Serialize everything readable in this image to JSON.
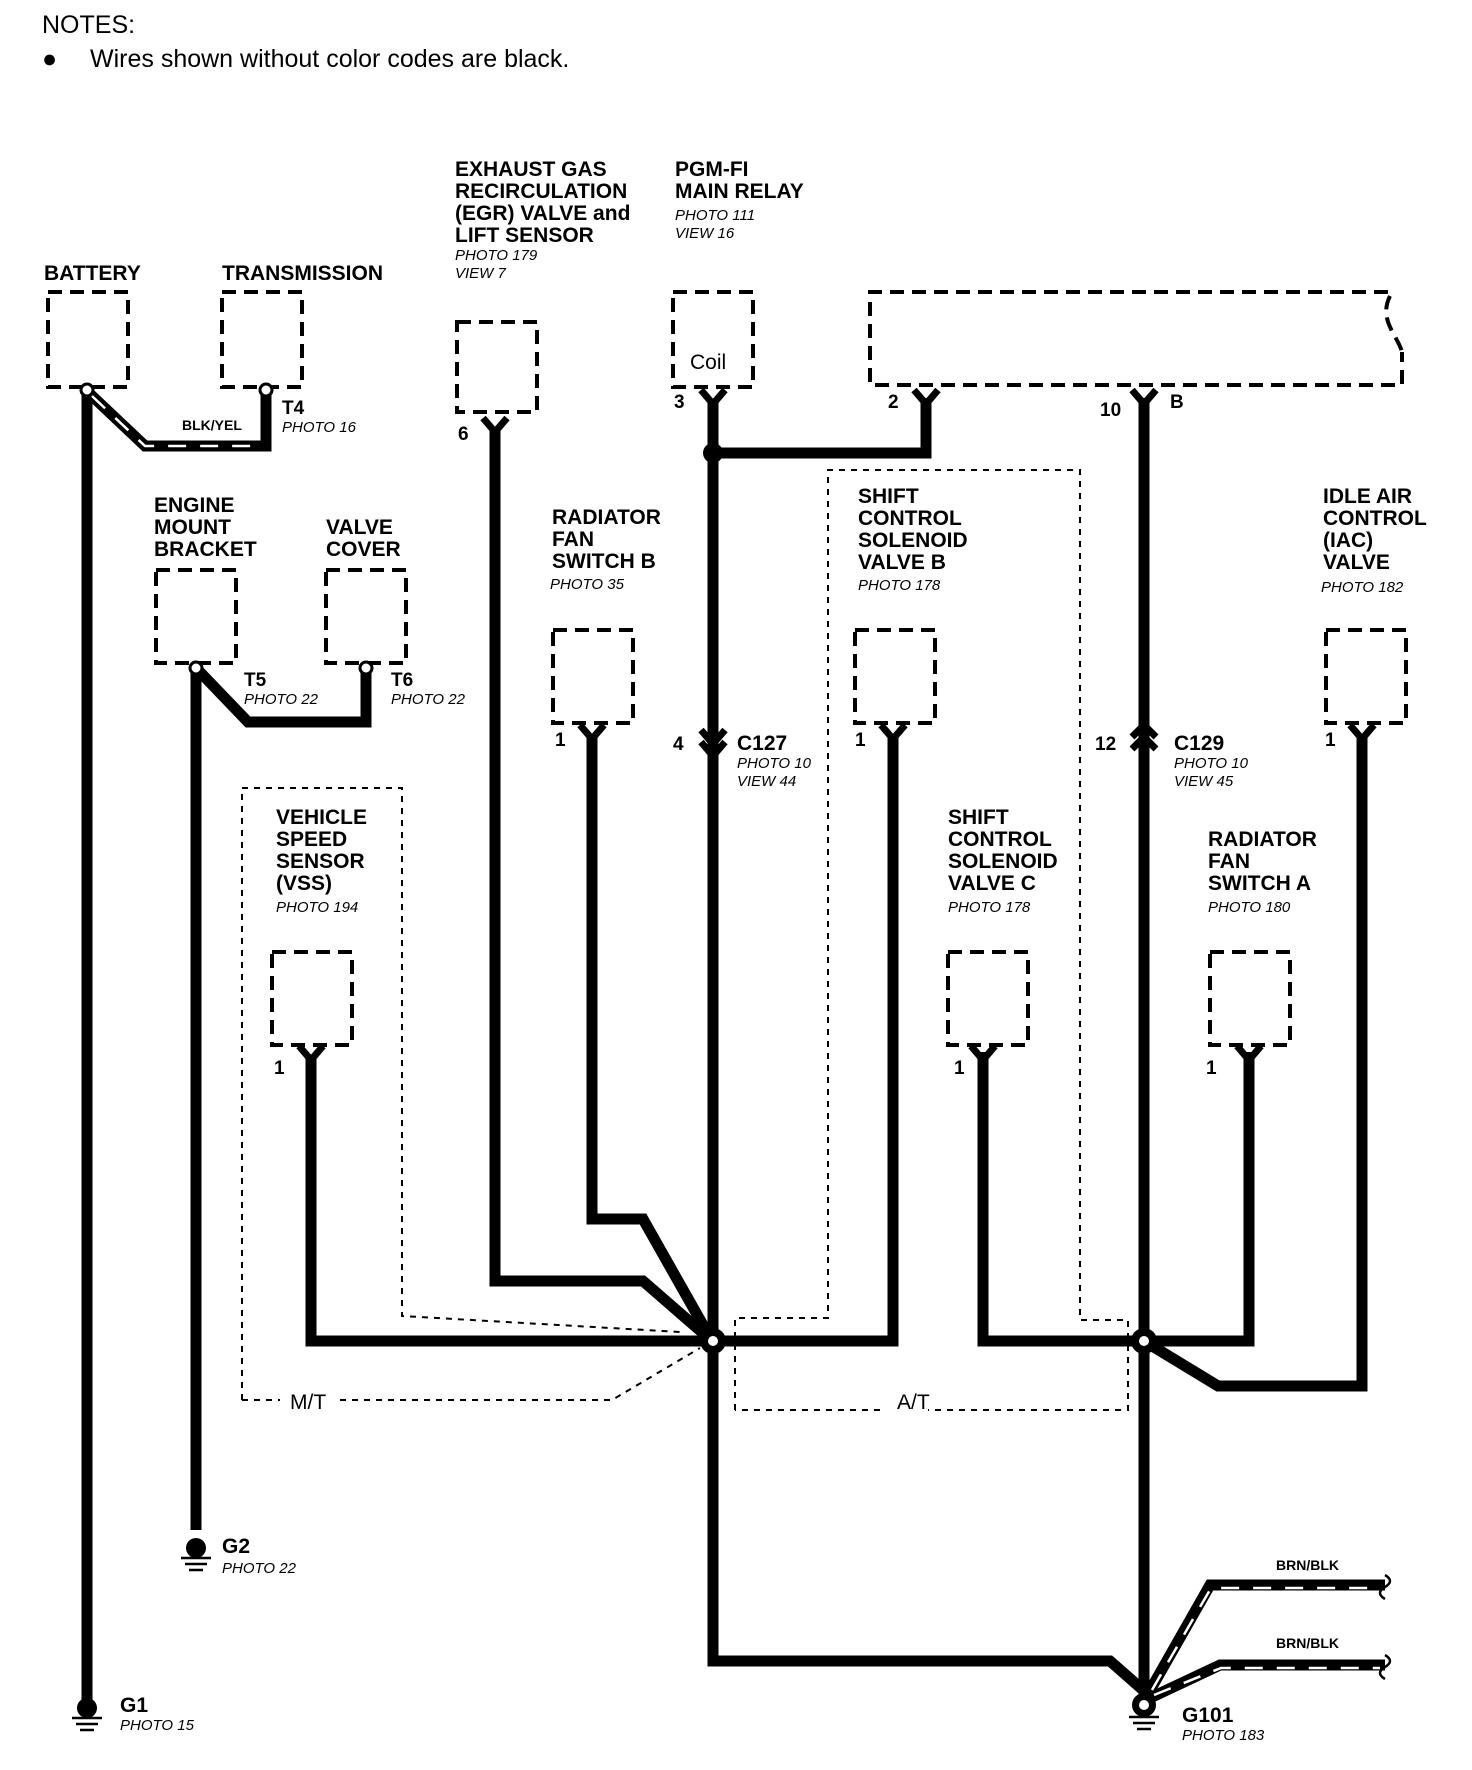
{
  "notes": {
    "heading": "NOTES:",
    "bullet_symbol": "●",
    "items": [
      "Wires shown without color codes are black."
    ]
  },
  "components": {
    "battery": {
      "name": "BATTERY"
    },
    "transmission": {
      "name": "TRANSMISSION",
      "terminal": "T4",
      "photo": "PHOTO 16"
    },
    "egr": {
      "line1": "EXHAUST GAS",
      "line2": "RECIRCULATION",
      "line3": "(EGR) VALVE and",
      "line4": "LIFT SENSOR",
      "photo": "PHOTO 179",
      "view": "VIEW 7",
      "pin": "6"
    },
    "pgmfi": {
      "line1": "PGM-FI",
      "line2": "MAIN RELAY",
      "photo": "PHOTO 111",
      "view": "VIEW 16",
      "coil": "Coil",
      "pin": "3"
    },
    "ecm": {
      "pin_2": "2",
      "pin_10": "10",
      "pin_b": "B"
    },
    "engine_mount": {
      "line1": "ENGINE",
      "line2": "MOUNT",
      "line3": "BRACKET",
      "terminal": "T5",
      "photo": "PHOTO 22"
    },
    "valve_cover": {
      "line1": "VALVE",
      "line2": "COVER",
      "terminal": "T6",
      "photo": "PHOTO 22"
    },
    "fan_switch_b": {
      "line1": "RADIATOR",
      "line2": "FAN",
      "line3": "SWITCH B",
      "photo": "PHOTO 35",
      "pin": "1"
    },
    "shift_b": {
      "line1": "SHIFT",
      "line2": "CONTROL",
      "line3": "SOLENOID",
      "line4": "VALVE B",
      "photo": "PHOTO 178",
      "pin": "1"
    },
    "iac": {
      "line1": "IDLE AIR",
      "line2": "CONTROL",
      "line3": "(IAC)",
      "line4": "VALVE",
      "photo": "PHOTO 182",
      "pin": "1"
    },
    "vss": {
      "line1": "VEHICLE",
      "line2": "SPEED",
      "line3": "SENSOR",
      "line4": "(VSS)",
      "photo": "PHOTO 194",
      "pin": "1"
    },
    "shift_c": {
      "line1": "SHIFT",
      "line2": "CONTROL",
      "line3": "SOLENOID",
      "line4": "VALVE C",
      "photo": "PHOTO 178",
      "pin": "1"
    },
    "fan_switch_a": {
      "line1": "RADIATOR",
      "line2": "FAN",
      "line3": "SWITCH A",
      "photo": "PHOTO 180",
      "pin": "1"
    }
  },
  "connectors": {
    "c127": {
      "name": "C127",
      "pin": "4",
      "photo": "PHOTO 10",
      "view": "VIEW 44"
    },
    "c129": {
      "name": "C129",
      "pin": "12",
      "photo": "PHOTO 10",
      "view": "VIEW 45"
    }
  },
  "wire_colors": {
    "battery_ground": "BLK/YEL",
    "g101_upper": "BRN/BLK",
    "g101_lower": "BRN/BLK"
  },
  "groups": {
    "mt": "M/T",
    "at": "A/T"
  },
  "grounds": {
    "g1": {
      "name": "G1",
      "photo": "PHOTO 15"
    },
    "g2": {
      "name": "G2",
      "photo": "PHOTO 22"
    },
    "g101": {
      "name": "G101",
      "photo": "PHOTO 183"
    }
  }
}
